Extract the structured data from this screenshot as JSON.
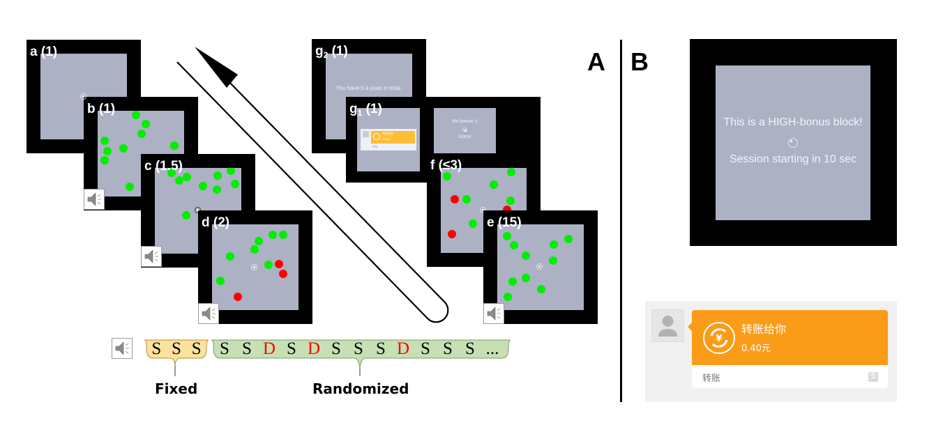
{
  "panels": {
    "A_label": "A",
    "B_label": "B"
  },
  "colors": {
    "frame": "#000000",
    "screen": "#adb1c4",
    "target_dot": "#00ee00",
    "distractor_dot": "#ff0000",
    "fixed_bg": "#fde29e",
    "randomized_bg": "#c6e0b4",
    "transfer_orange": "#fa9c17"
  },
  "frames": {
    "a": {
      "letter": "a",
      "duration": "(1)"
    },
    "b": {
      "letter": "b",
      "duration": "(1)",
      "dots": [
        "green",
        "green",
        "green",
        "green",
        "green",
        "green",
        "green",
        "green",
        "green"
      ]
    },
    "c": {
      "letter": "c",
      "duration": "(1.5)",
      "dots": [
        "green",
        "green",
        "green",
        "green",
        "green",
        "green",
        "green",
        "green",
        "green"
      ]
    },
    "d": {
      "letter": "d",
      "duration": "(2)",
      "dots": [
        "green",
        "green",
        "green",
        "green",
        "green",
        "green",
        "red",
        "red",
        "red"
      ]
    },
    "e": {
      "letter": "e",
      "duration": "(15)",
      "dots": [
        "green",
        "green",
        "green",
        "green",
        "green",
        "green",
        "green",
        "green",
        "green",
        "green"
      ]
    },
    "f": {
      "letter": "f",
      "duration": "(≤3)",
      "dots": [
        "green",
        "green",
        "green",
        "green",
        "green",
        "red",
        "red",
        "red"
      ]
    },
    "g1": {
      "letter": "g",
      "subscript": "1",
      "duration": "(1)"
    },
    "g2": {
      "letter": "g",
      "subscript": "2",
      "duration": "(1)",
      "text": "You have 0.4 yuan in total."
    },
    "no_bonus": {
      "line1": "No bonus :(",
      "line2": "Sorry!"
    }
  },
  "sequence": {
    "fixed": [
      "S",
      "S",
      "S"
    ],
    "randomized": [
      "S",
      "S",
      "D",
      "S",
      "D",
      "S",
      "S",
      "S",
      "D",
      "S",
      "S",
      "S",
      "..."
    ],
    "fixed_label": "Fixed",
    "randomized_label": "Randomized"
  },
  "block_screen": {
    "line1": "This is a HIGH-bonus block!",
    "line2": "Session starting in 10 sec"
  },
  "transfer_message": {
    "title": "转账给你",
    "amount": "0.40元",
    "footer": "转账",
    "icon": "yuan-transfer-icon",
    "brand_icon": "alipay-icon"
  },
  "mini_transfer": {
    "title": "转账给你",
    "amount": "0.40元",
    "footer": "转账"
  }
}
